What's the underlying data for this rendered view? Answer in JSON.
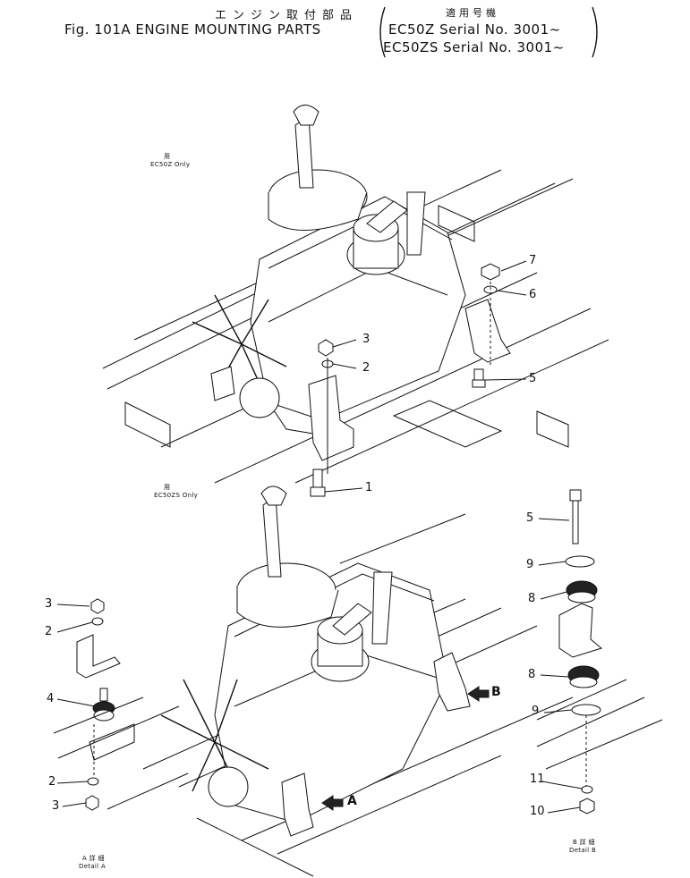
{
  "header": {
    "jp_title": "エンジン取付部品",
    "fig_title": "Fig. 101A  ENGINE MOUNTING PARTS",
    "jp_applicability": "適用号機",
    "serial_1": "EC50Z   Serial No. 3001~",
    "serial_2": "EC50ZS  Serial No. 3001~"
  },
  "diagram_top": {
    "jp_note": "用",
    "variant": "EC50Z Only"
  },
  "diagram_bottom": {
    "jp_note": "用",
    "variant": "EC50ZS Only"
  },
  "detail_a": {
    "jp": "A 詳 細",
    "label": "Detail  A",
    "marker": "A"
  },
  "detail_b": {
    "jp": "B 詳 細",
    "label": "Detail  B",
    "marker": "B"
  },
  "callouts": {
    "top": [
      "7",
      "6",
      "3",
      "2",
      "5",
      "1"
    ],
    "detail_a": [
      "3",
      "2",
      "4",
      "2",
      "3"
    ],
    "detail_b": [
      "5",
      "9",
      "8",
      "8",
      "9",
      "11",
      "10"
    ]
  }
}
